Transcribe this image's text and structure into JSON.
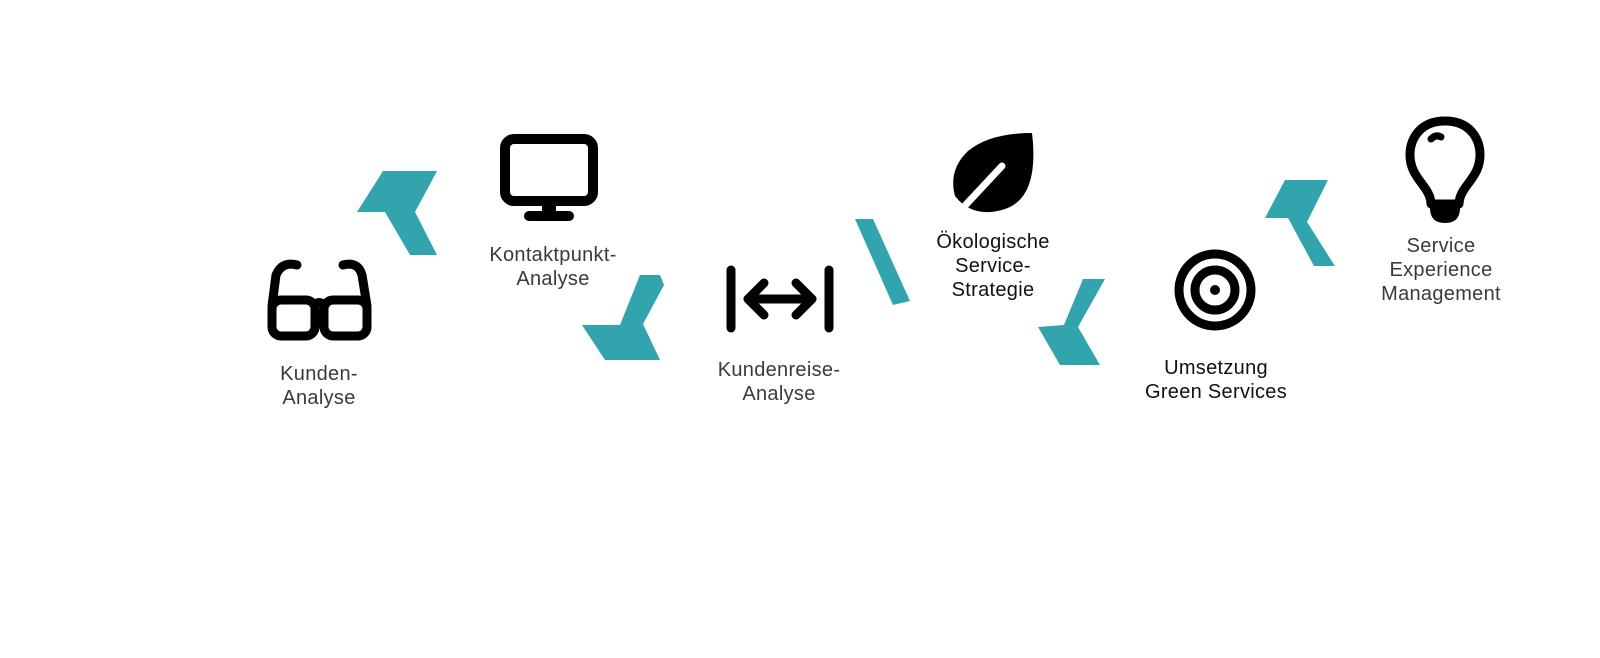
{
  "colors": {
    "accent": "#31a4ad",
    "icon": "#000000"
  },
  "steps": [
    {
      "icon": "glasses-icon",
      "lines": [
        "Kunden-",
        "Analyse"
      ]
    },
    {
      "icon": "monitor-icon",
      "lines": [
        "Kontaktpunkt-",
        "Analyse"
      ]
    },
    {
      "icon": "arrows-horizontal-icon",
      "lines": [
        "Kundenreise-",
        "Analyse"
      ]
    },
    {
      "icon": "leaf-icon",
      "lines": [
        "Ökologische",
        "Service-",
        "Strategie"
      ]
    },
    {
      "icon": "target-icon",
      "lines": [
        "Umsetzung",
        "Green Services"
      ]
    },
    {
      "icon": "lightbulb-icon",
      "lines": [
        "Service",
        "Experience",
        "Management"
      ]
    }
  ]
}
